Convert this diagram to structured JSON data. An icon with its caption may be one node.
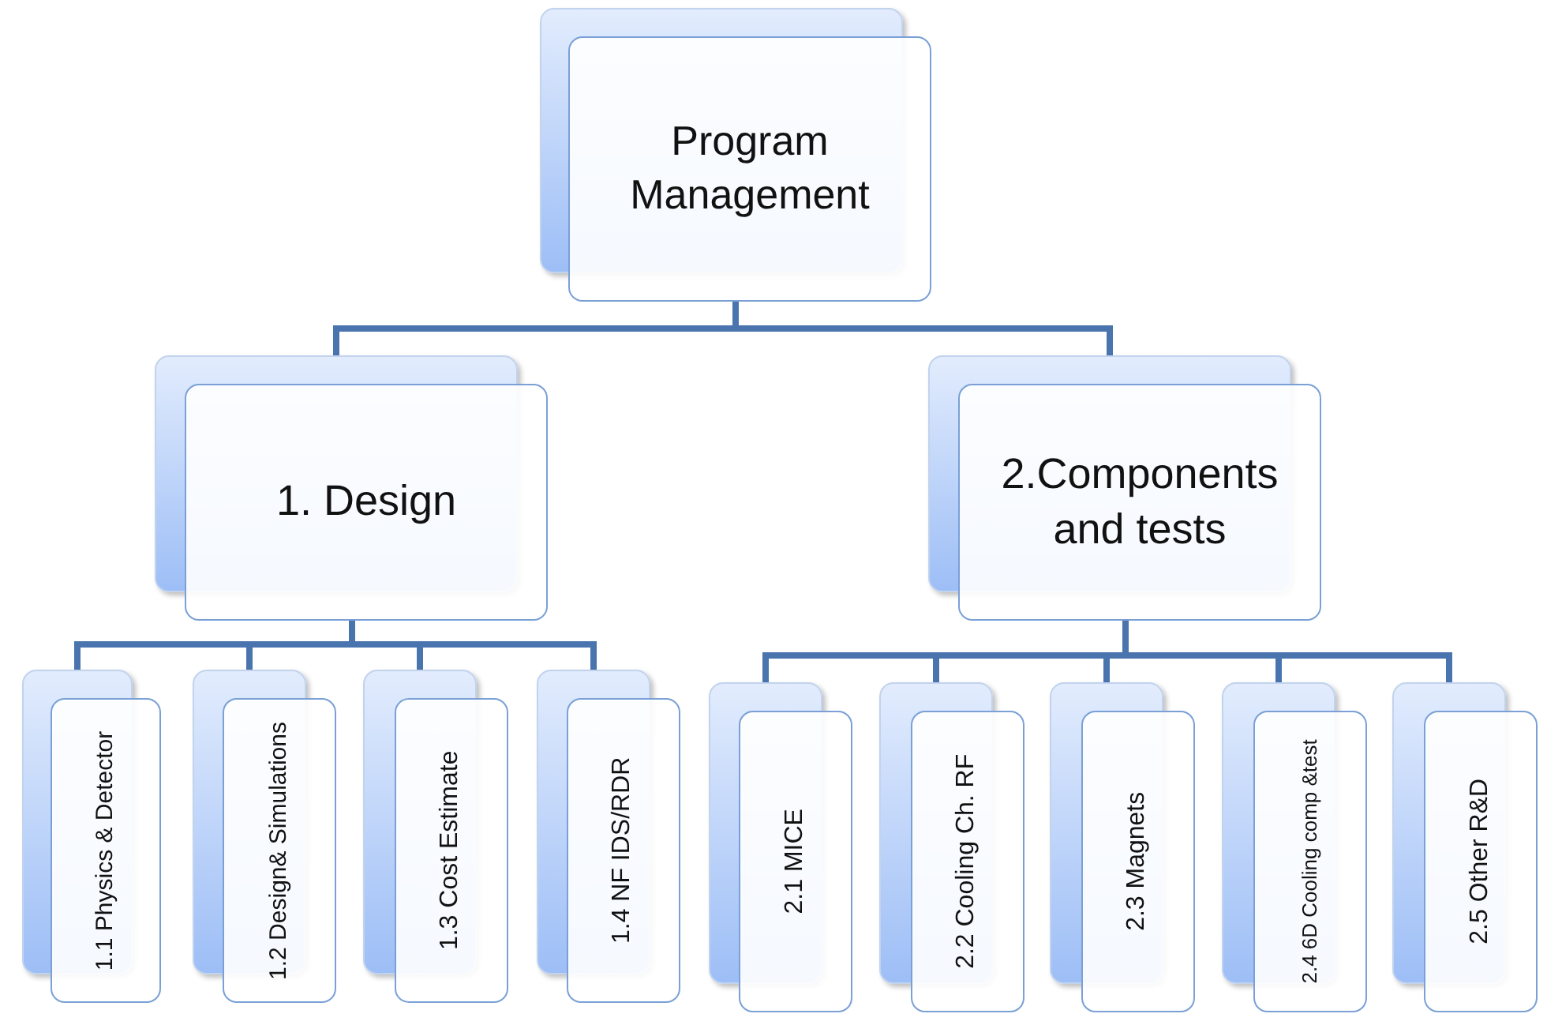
{
  "diagram": {
    "nodes": [
      {
        "text": [
          "Program Management"
        ]
      },
      {
        "text": [
          "1. Design"
        ]
      },
      {
        "text": [
          "2.Components and tests"
        ]
      },
      {
        "text": [
          "1.1 Physics & Detector"
        ]
      },
      {
        "text": [
          "1.2 Design& Simulations"
        ]
      },
      {
        "text": [
          "1.3 Cost Estimate"
        ]
      },
      {
        "text": [
          "1.4 NF IDS/RDR"
        ]
      },
      {
        "text": [
          "2.1 MICE"
        ]
      },
      {
        "text": [
          "2.2  Cooling Ch. RF"
        ]
      },
      {
        "text": [
          "2.3 Magnets"
        ]
      },
      {
        "text": [
          "2.4 6D Cooling comp &test"
        ]
      },
      {
        "text": [
          "2.5 Other R&D"
        ]
      }
    ],
    "edges": [
      {
        "from": 0,
        "to": 1,
        "arrow": "none"
      },
      {
        "from": 0,
        "to": 2,
        "arrow": "none"
      },
      {
        "from": 1,
        "to": 3,
        "arrow": "none"
      },
      {
        "from": 1,
        "to": 4,
        "arrow": "none"
      },
      {
        "from": 1,
        "to": 5,
        "arrow": "none"
      },
      {
        "from": 1,
        "to": 6,
        "arrow": "none"
      },
      {
        "from": 2,
        "to": 7,
        "arrow": "none"
      },
      {
        "from": 2,
        "to": 8,
        "arrow": "none"
      },
      {
        "from": 2,
        "to": 9,
        "arrow": "none"
      },
      {
        "from": 2,
        "to": 10,
        "arrow": "none"
      },
      {
        "from": 2,
        "to": 11,
        "arrow": "none"
      }
    ]
  }
}
